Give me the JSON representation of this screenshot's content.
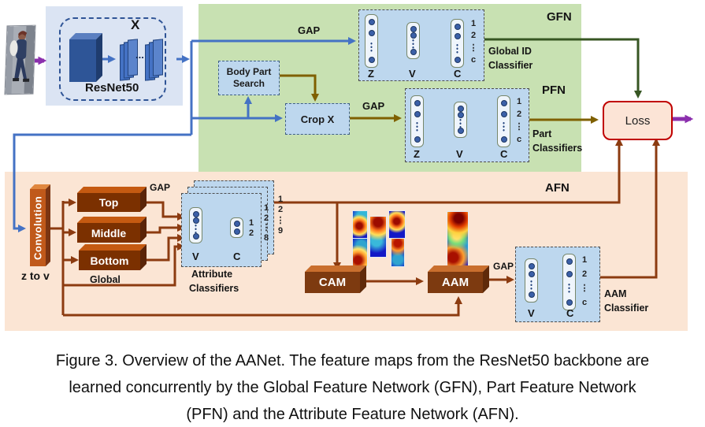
{
  "backbone": {
    "x_label": "X",
    "dots": "...",
    "title": "ResNet50"
  },
  "gfn": {
    "tag": "GFN",
    "gap": "GAP",
    "z": "Z",
    "v": "V",
    "c": "C",
    "i1": "1",
    "i2": "2",
    "ell": "⋮",
    "ic": "c",
    "cls1": "Global ID",
    "cls2": "Classifier"
  },
  "pfn": {
    "tag": "PFN",
    "gap": "GAP",
    "bps1": "Body Part",
    "bps2": "Search",
    "crop": "Crop X",
    "z": "Z",
    "v": "V",
    "c": "C",
    "i1": "1",
    "i2": "2",
    "ell": "⋮",
    "ic": "c",
    "cls1": "Part",
    "cls2": "Classifiers"
  },
  "afn": {
    "tag": "AFN",
    "conv": "Convolution",
    "ztov": "z to v",
    "gap1": "GAP",
    "top": "Top",
    "middle": "Middle",
    "bottom": "Bottom",
    "global": "Global",
    "v": "V",
    "c": "C",
    "i1": "1",
    "i2": "2",
    "s8": {
      "i1": "1",
      "i2": "2",
      "ell": "⋮",
      "n": "8"
    },
    "s9": {
      "i1": "1",
      "i2": "2",
      "ell": "⋮",
      "n": "9"
    },
    "cls1": "Attribute",
    "cls2": "Classifiers",
    "cam": "CAM",
    "aam": "AAM",
    "gap2": "GAP",
    "av": "V",
    "ac": "C",
    "ai1": "1",
    "ai2": "2",
    "aell": "⋮",
    "aic": "c",
    "acls1": "AAM",
    "acls2": "Classifier"
  },
  "loss": {
    "label": "Loss"
  },
  "caption": {
    "line1": "Figure 3. Overview of the AANet. The feature maps from the ResNet50 backbone are",
    "line2": "learned concurrently by the Global Feature Network (GFN), Part Feature Network",
    "line3": "(PFN) and the Attribute Feature Network (AFN)."
  },
  "colors": {
    "blue": "#4472c4",
    "dark_green": "#375623",
    "olive": "#7f6000",
    "brown": "#8c3b10",
    "purple": "#8b2fad",
    "red": "#c00000",
    "green_panel": "#c8e1b2",
    "orange_panel": "#fbe5d4",
    "blue_panel": "#dbe4f3",
    "box_fill": "#bdd7ee"
  }
}
